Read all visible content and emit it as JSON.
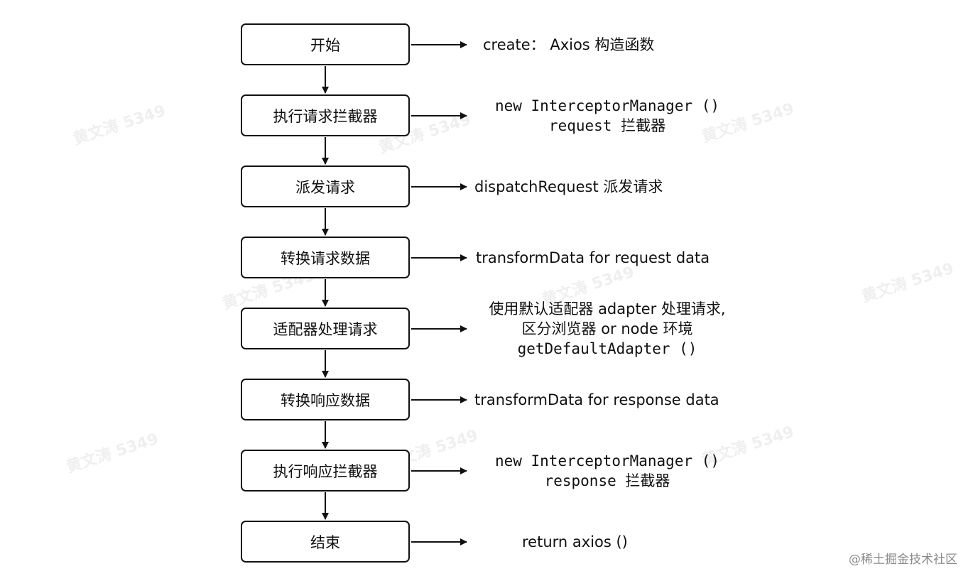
{
  "watermark_text": "黄文涛 5349",
  "steps": [
    {
      "label": "开始"
    },
    {
      "label": "执行请求拦截器"
    },
    {
      "label": "派发请求"
    },
    {
      "label": "转换请求数据"
    },
    {
      "label": "适配器处理请求"
    },
    {
      "label": "转换响应数据"
    },
    {
      "label": "执行响应拦截器"
    },
    {
      "label": "结束"
    }
  ],
  "notes": [
    {
      "lines": [
        "create：  Axios 构造函数"
      ]
    },
    {
      "lines": [
        "new InterceptorManager ()",
        "request 拦截器"
      ]
    },
    {
      "lines": [
        "dispatchRequest 派发请求"
      ]
    },
    {
      "lines": [
        "transformData for request data"
      ]
    },
    {
      "lines": [
        "使用默认适配器 adapter 处理请求,",
        "区分浏览器 or node 环境",
        "getDefaultAdapter ()"
      ]
    },
    {
      "lines": [
        "transformData for response data"
      ]
    },
    {
      "lines": [
        "new InterceptorManager ()",
        "response 拦截器"
      ]
    },
    {
      "lines": [
        "return axios ()"
      ]
    }
  ],
  "credit": "@稀土掘金技术社区",
  "colors": {
    "stroke": "#111111",
    "watermark": "#787878",
    "credit": "#8a8a8a"
  }
}
